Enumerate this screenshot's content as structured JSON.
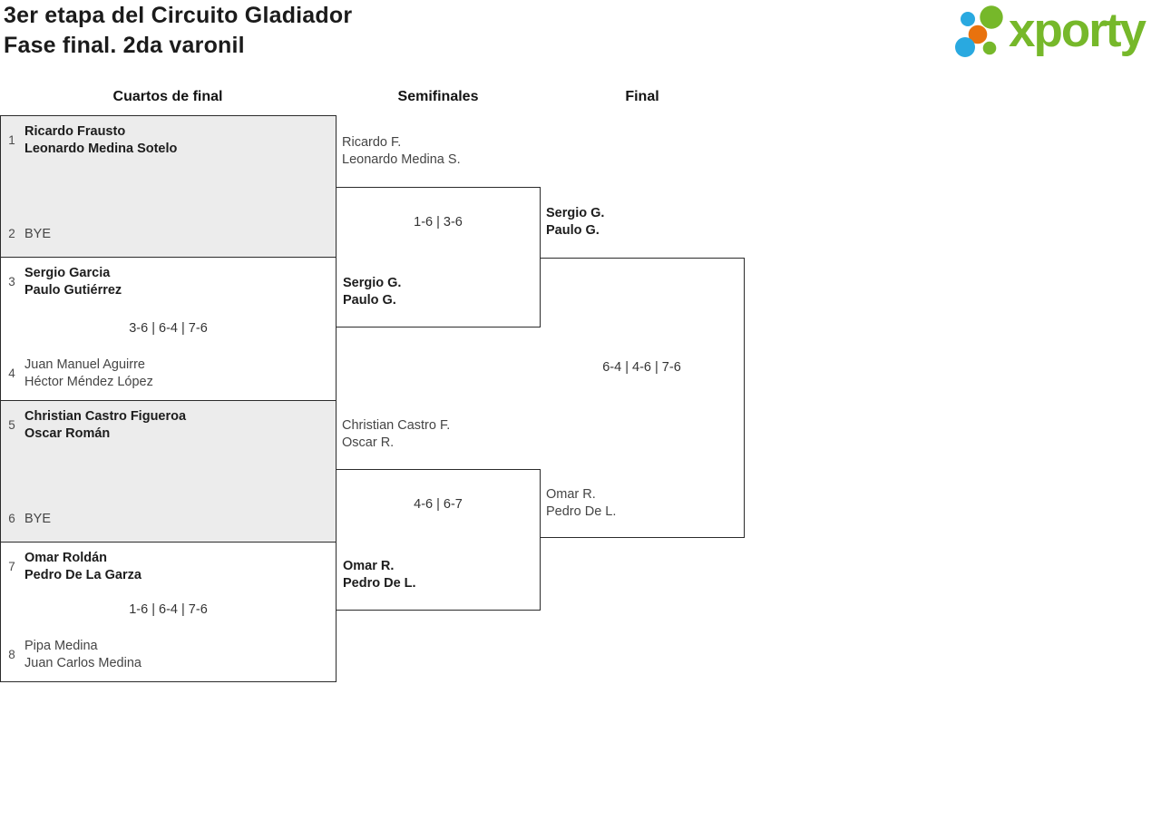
{
  "page": {
    "title_line1": "3er etapa del Circuito Gladiador",
    "title_line2": "Fase final. 2da varonil"
  },
  "logo": {
    "text": "xporty",
    "brand_colors": {
      "green": "#76b82a",
      "blue": "#29a9e0",
      "orange": "#e8720e"
    }
  },
  "rounds": [
    {
      "label": "Cuartos de final"
    },
    {
      "label": "Semifinales"
    },
    {
      "label": "Final"
    }
  ],
  "bracket": {
    "quarterfinals": [
      {
        "top": {
          "seed": "1",
          "line1": "Ricardo Frausto",
          "line2": "Leonardo Medina Sotelo",
          "winner": true
        },
        "score": "",
        "bottom": {
          "seed": "2",
          "line1": "BYE",
          "line2": "",
          "winner": false
        }
      },
      {
        "top": {
          "seed": "3",
          "line1": "Sergio Garcia",
          "line2": "Paulo Gutiérrez",
          "winner": true
        },
        "score": "3-6 | 6-4 | 7-6",
        "bottom": {
          "seed": "4",
          "line1": "Juan Manuel Aguirre",
          "line2": "Héctor Méndez López",
          "winner": false
        }
      },
      {
        "top": {
          "seed": "5",
          "line1": "Christian Castro Figueroa",
          "line2": "Oscar Román",
          "winner": true
        },
        "score": "",
        "bottom": {
          "seed": "6",
          "line1": "BYE",
          "line2": "",
          "winner": false
        }
      },
      {
        "top": {
          "seed": "7",
          "line1": "Omar Roldán",
          "line2": "Pedro De La Garza",
          "winner": true
        },
        "score": "1-6 | 6-4 | 7-6",
        "bottom": {
          "seed": "8",
          "line1": "Pipa Medina",
          "line2": "Juan Carlos Medina",
          "winner": false
        }
      }
    ],
    "semifinals": [
      {
        "top": {
          "line1": "Ricardo F.",
          "line2": "Leonardo Medina S.",
          "winner": false
        },
        "score": "1-6 | 3-6",
        "bottom": {
          "line1": "Sergio G.",
          "line2": "Paulo G.",
          "winner": true
        }
      },
      {
        "top": {
          "line1": "Christian Castro F.",
          "line2": "Oscar R.",
          "winner": false
        },
        "score": "4-6 | 6-7",
        "bottom": {
          "line1": "Omar R.",
          "line2": "Pedro De L.",
          "winner": true
        }
      }
    ],
    "final": {
      "top": {
        "line1": "Sergio G.",
        "line2": "Paulo G.",
        "winner": true
      },
      "score": "6-4 | 4-6 | 7-6",
      "bottom": {
        "line1": "Omar R.",
        "line2": "Pedro De L.",
        "winner": false
      }
    }
  }
}
